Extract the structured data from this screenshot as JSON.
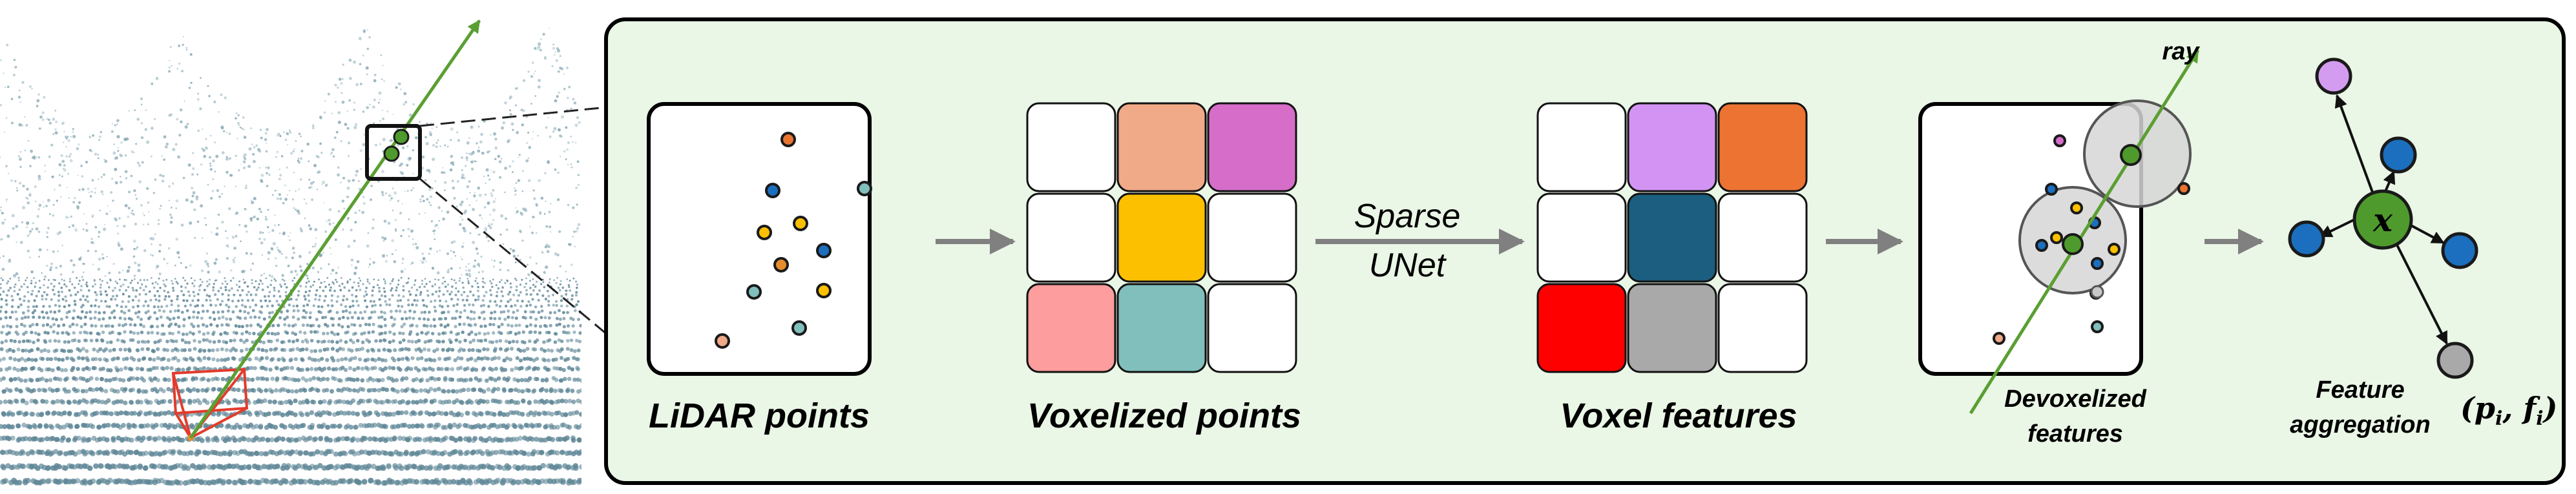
{
  "labels": {
    "lidar_points": "LiDAR points",
    "voxelized_points": "Voxelized points",
    "sparse_line1": "Sparse",
    "sparse_line2": "UNet",
    "voxel_features": "Voxel features",
    "devox_line1": "Devoxelized",
    "devox_line2": "features",
    "ray": "ray",
    "feat_line1": "Feature",
    "feat_line2": "aggregation",
    "x_symbol": "x",
    "pf_tuple": "(p",
    "pf_sub_i1": "i",
    "pf_comma": ", f",
    "pf_sub_i2": "i",
    "pf_close": ")"
  },
  "colors": {
    "panel_bg": "#eaf6e6",
    "ray_green": "#5a9f32",
    "node_green": "#4e9a2c",
    "arrow_grey": "#808080",
    "frustum_red": "#e33b2c"
  },
  "voxelized_grid": [
    [
      "#ffffff",
      "#f0aa88",
      "#d66dc9"
    ],
    [
      "#ffffff",
      "#fcc000",
      "#ffffff"
    ],
    [
      "#fe9d9d",
      "#80bfbc",
      "#ffffff"
    ]
  ],
  "voxel_feature_grid": [
    [
      "#ffffff",
      "#d393f2",
      "#ec7332"
    ],
    [
      "#ffffff",
      "#1b5e7f",
      "#ffffff"
    ],
    [
      "#ff0000",
      "#a9a9a9",
      "#ffffff"
    ]
  ],
  "aggregation_neighbors": [
    "#d39cf0",
    "#1b6fbe",
    "#1b6fbe",
    "#1b6fbe",
    "#a9a9a9"
  ]
}
